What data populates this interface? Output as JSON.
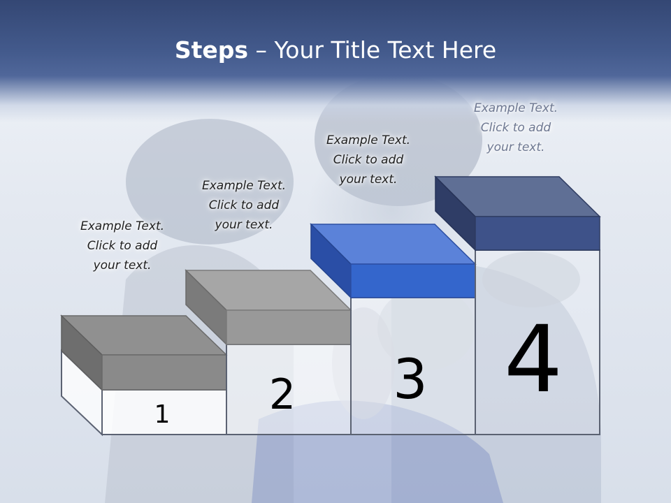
{
  "slide": {
    "title_bold": "Steps",
    "title_rest": " – Your Title Text Here"
  },
  "steps": [
    {
      "number": "1",
      "line1": "Example Text.",
      "line2": "Click  to add",
      "line3": "your text.",
      "color": "#8c8c8c"
    },
    {
      "number": "2",
      "line1": "Example Text.",
      "line2": "Click  to add",
      "line3": "your text.",
      "color": "#9a9a9a"
    },
    {
      "number": "3",
      "line1": "Example Text.",
      "line2": "Click  to add",
      "line3": "your text.",
      "color": "#3a6bd4"
    },
    {
      "number": "4",
      "line1": "Example Text.",
      "line2": "Click  to add",
      "line3": "your text.",
      "color": "#3e5289"
    }
  ],
  "colors": {
    "title_band": "#3b4f80",
    "step_frame": "#5b6272"
  }
}
